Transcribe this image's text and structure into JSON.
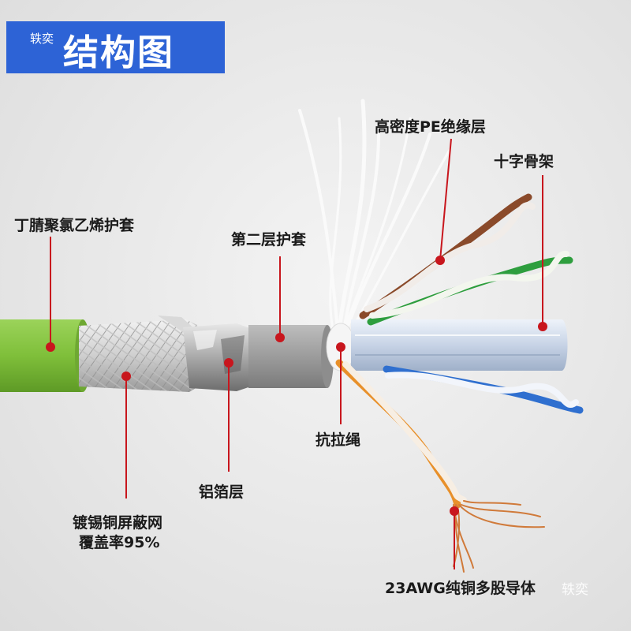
{
  "title": {
    "small": "轶奕",
    "main": "结构图"
  },
  "labels": {
    "outer_sheath": "丁腈聚氯乙烯护套",
    "second_sheath": "第二层护套",
    "pe_insulation": "高密度PE绝缘层",
    "cross_frame": "十字骨架",
    "braid_line1": "镀锡铜屏蔽网",
    "braid_line2": "覆盖率95%",
    "foil": "铝箔层",
    "ripcord": "抗拉绳",
    "conductor": "23AWG纯铜多股导体"
  },
  "watermark": "轶奕",
  "colors": {
    "title_bg": "#2d63d6",
    "marker": "#c8161d",
    "outer_sheath": "#7fbf3a",
    "pair_brown": "#8a4a2a",
    "pair_green": "#2e9e3e",
    "pair_blue": "#2f6fcf",
    "pair_orange": "#e8902a"
  }
}
